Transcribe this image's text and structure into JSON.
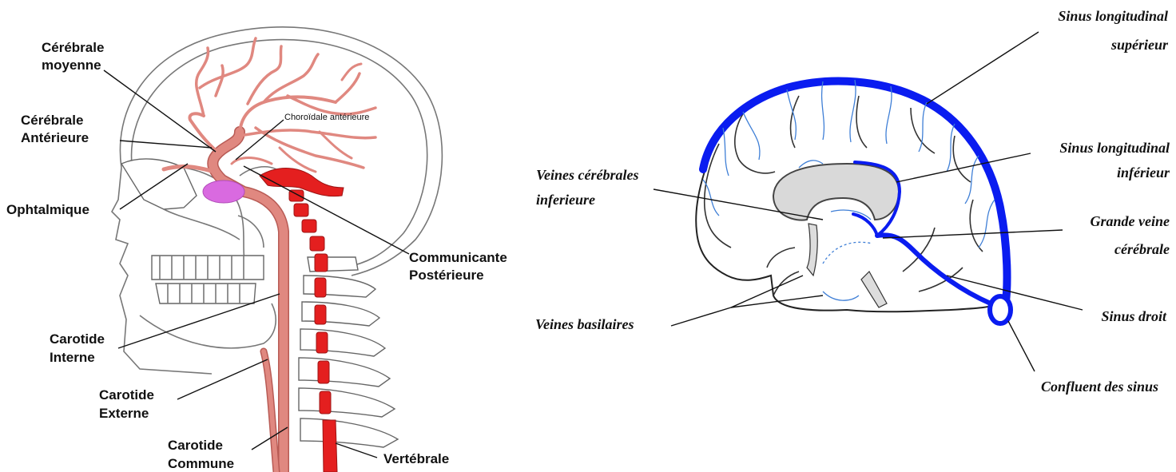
{
  "left_diagram": {
    "labels": {
      "cerebrale_moyenne": [
        "Cérébrale",
        "moyenne"
      ],
      "cerebrale_anterieure": [
        "Cérébrale",
        "Antérieure"
      ],
      "choroidale_anterieure": "Choroïdale antérieure",
      "ophtalmique": "Ophtalmique",
      "communicante_posterieure": [
        "Communicante",
        "Postérieure"
      ],
      "carotide_interne": [
        "Carotide",
        "Interne"
      ],
      "carotide_externe": [
        "Carotide",
        "Externe"
      ],
      "carotide_commune": [
        "Carotide",
        "Commune"
      ],
      "vertebrale": "Vertébrale"
    },
    "colors": {
      "artery": "#e08880",
      "vertebral": "#e41f1f",
      "pituitary": "#d96ae0"
    }
  },
  "right_diagram": {
    "labels": {
      "sinus_longitudinal_superieur": [
        "Sinus longitudinal",
        "supérieur"
      ],
      "sinus_longitudinal_inferieur": [
        "Sinus longitudinal",
        "inférieur"
      ],
      "veines_cerebrales_inferieure": [
        "Veines cérébrales",
        "inferieure"
      ],
      "grande_veine_cerebrale": [
        "Grande veine",
        "cérébrale"
      ],
      "veines_basilaires": "Veines basilaires",
      "sinus_droit": "Sinus droit",
      "confluent_des_sinus": "Confluent des sinus"
    },
    "colors": {
      "sinus": "#0a1cf0",
      "veins": "#3f7fd6",
      "corpus_callosum": "#d9d9d9"
    }
  }
}
